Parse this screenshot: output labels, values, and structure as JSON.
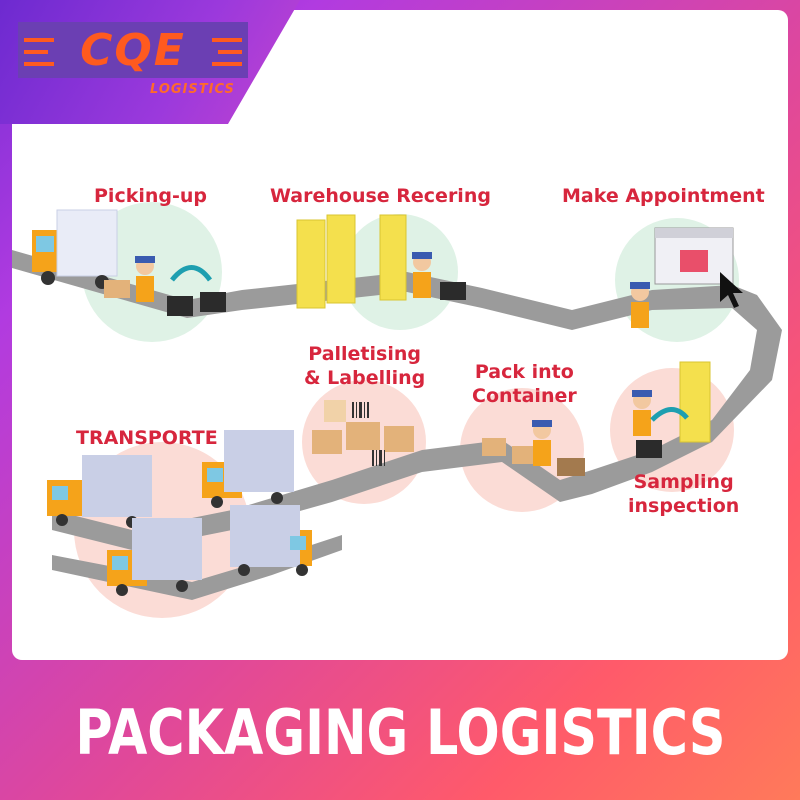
{
  "brand": {
    "logo_text": "CQE",
    "logo_subtitle": "LOGISTICS",
    "accent_color": "#ff5a1f",
    "panel_color": "#6b3fb3"
  },
  "steps": [
    {
      "id": "picking-up",
      "label": "Picking-up"
    },
    {
      "id": "warehouse-recering",
      "label": "Warehouse Recering"
    },
    {
      "id": "make-appointment",
      "label": "Make Appointment"
    },
    {
      "id": "palletising",
      "label": "Palletising\n& Labelling"
    },
    {
      "id": "pack-into-container",
      "label": "Pack into\nContainer"
    },
    {
      "id": "transporte",
      "label": "TRANSPORTE"
    },
    {
      "id": "sampling-inspection",
      "label": "Sampling\ninspection"
    }
  ],
  "banner": {
    "title": "PACKAGING LOGISTICS"
  },
  "colors": {
    "label": "#d7263d",
    "road": "#9b9b9b",
    "truck_cab": "#f5a31a",
    "truck_box": "#c9cfe6",
    "bubble_green": "#dff2e6",
    "bubble_pink": "#fbdcd6"
  }
}
